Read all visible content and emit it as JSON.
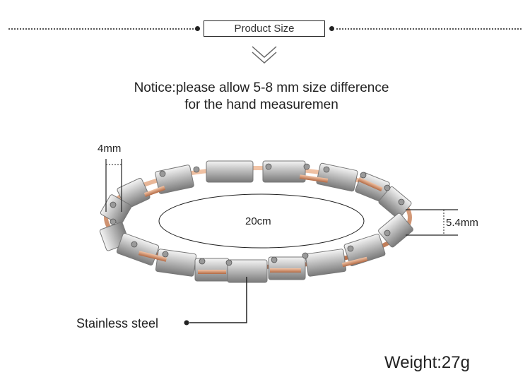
{
  "header": {
    "title": "Product Size"
  },
  "notice": {
    "line1": "Notice:please allow 5-8 mm size difference",
    "line2": "for the hand measuremen"
  },
  "dimensions": {
    "width": "4mm",
    "diameter": "20cm",
    "thickness": "5.4mm"
  },
  "material": {
    "label": "Stainless steel"
  },
  "weight": {
    "label": "Weight:27g"
  }
}
